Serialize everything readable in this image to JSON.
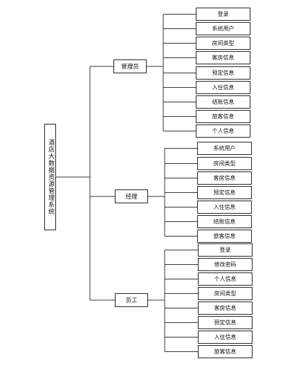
{
  "root": {
    "label": "酒店大数据资源管理系统"
  },
  "groups": [
    {
      "label": "管理员",
      "items": [
        "登录",
        "系统用户",
        "房间类型",
        "客房信息",
        "预定信息",
        "入住信息",
        "结账信息",
        "旅客信息",
        "个人信息"
      ]
    },
    {
      "label": "经理",
      "items": [
        "系统用户",
        "房间类型",
        "客房信息",
        "预定信息",
        "入住信息",
        "结账信息",
        "旅客信息"
      ]
    },
    {
      "label": "员工",
      "items": [
        "登录",
        "修改密码",
        "个人信息",
        "房间类型",
        "客房信息",
        "预定信息",
        "入住信息",
        "旅客信息"
      ]
    }
  ]
}
